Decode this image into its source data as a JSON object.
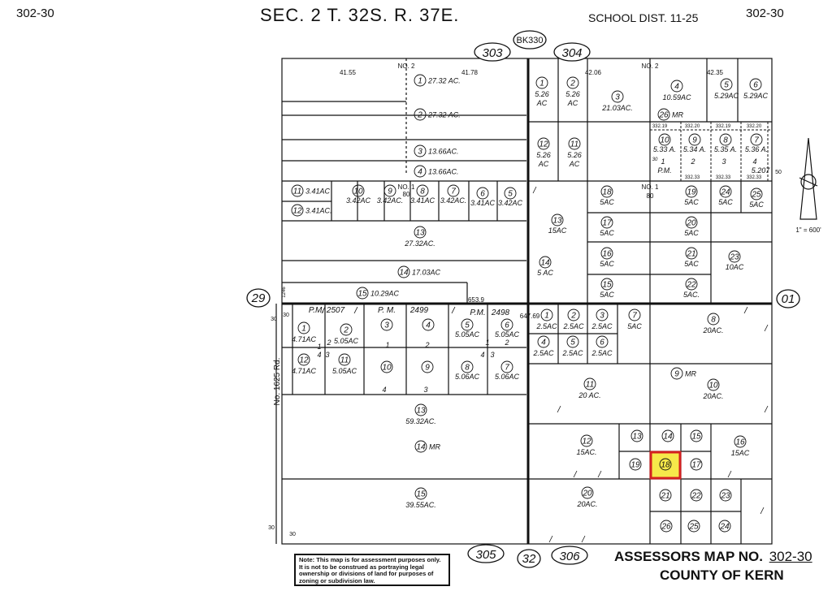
{
  "header": {
    "map_left": "302-30",
    "title": "SEC. 2 T. 32S. R. 37E.",
    "school": "SCHOOL DIST. 11-25",
    "map_right": "302-30",
    "book": "BK330"
  },
  "adjacent": {
    "top_left": "303",
    "top_right": "304",
    "left": "29",
    "right": "01",
    "bottom_left": "305",
    "bottom_mid": "32",
    "bottom_right": "306"
  },
  "road": "No. 1625 Rd.",
  "scale": "1\" = 600'",
  "dims": {
    "d1": "41.55",
    "d2": "41.78",
    "d3": "42.06",
    "d4": "42.35",
    "no2a": "NO. 2",
    "no2b": "NO. 2",
    "no1a": "NO. 1",
    "no1a_b": "80",
    "no1b": "NO. 1",
    "no1b_b": "80",
    "d5": "653.9",
    "d6": "647.69",
    "s1": "332.19",
    "s2": "332.20",
    "s3": "332.19",
    "s4": "332.20",
    "s5": "332.33",
    "s6": "332.33",
    "s7": "332.33",
    "d7": "30",
    "d8": "30",
    "d9": "30",
    "d10": "30",
    "d11": "50",
    "d12": "1246"
  },
  "parcels_nw": [
    {
      "n": "1",
      "a": "27.32 AC."
    },
    {
      "n": "2",
      "a": "27.32 AC."
    },
    {
      "n": "3",
      "a": "13.66AC."
    },
    {
      "n": "4",
      "a": "13.66AC."
    },
    {
      "n": "11",
      "a": "3.41AC"
    },
    {
      "n": "12",
      "a": "3.41AC."
    },
    {
      "n": "10",
      "a": "3.42AC"
    },
    {
      "n": "9",
      "a": "3.42AC."
    },
    {
      "n": "8",
      "a": "3.41AC"
    },
    {
      "n": "7",
      "a": "3.42AC."
    },
    {
      "n": "6",
      "a": "3.41AC"
    },
    {
      "n": "5",
      "a": "3.42AC"
    },
    {
      "n": "13",
      "a": "27.32AC."
    },
    {
      "n": "14",
      "a": "17.03AC"
    },
    {
      "n": "15",
      "a": "10.29AC"
    }
  ],
  "parcels_ne": [
    {
      "n": "1",
      "a": "5.26",
      "b": "AC"
    },
    {
      "n": "2",
      "a": "5.26",
      "b": "AC"
    },
    {
      "n": "3",
      "a": "21.03AC."
    },
    {
      "n": "4",
      "a": "10.59AC"
    },
    {
      "n": "5",
      "a": "5.29AC"
    },
    {
      "n": "6",
      "a": "5.29AC"
    },
    {
      "n": "26",
      "a": "MR"
    },
    {
      "n": "12",
      "a": "5.26",
      "b": "AC"
    },
    {
      "n": "11",
      "a": "5.26",
      "b": "AC"
    },
    {
      "n": "10",
      "a": "5.33 A."
    },
    {
      "n": "9",
      "a": "5.34 A."
    },
    {
      "n": "8",
      "a": "5.35 A."
    },
    {
      "n": "7",
      "a": "5.36 A."
    },
    {
      "n": "18",
      "a": "5AC"
    },
    {
      "n": "19",
      "a": "5AC"
    },
    {
      "n": "24",
      "a": "5AC"
    },
    {
      "n": "25",
      "a": "5AC"
    },
    {
      "n": "13",
      "a": "15AC"
    },
    {
      "n": "17",
      "a": "5AC"
    },
    {
      "n": "20",
      "a": "5AC"
    },
    {
      "n": "14",
      "a": "5 AC"
    },
    {
      "n": "16",
      "a": "5AC"
    },
    {
      "n": "21",
      "a": "5AC"
    },
    {
      "n": "23",
      "a": "10AC"
    },
    {
      "n": "15",
      "a": "5AC"
    },
    {
      "n": "22",
      "a": "5AC."
    }
  ],
  "pm_ne": {
    "pm": "P.M.",
    "n": "5.207",
    "lot1": "1",
    "lot2": "2",
    "lot3": "3",
    "lot4": "4",
    "lot30": "30"
  },
  "parcels_sw": [
    {
      "n": "1",
      "a": "4.71AC"
    },
    {
      "n": "2",
      "a": "5.05AC"
    },
    {
      "n": "3",
      "a": ""
    },
    {
      "n": "4",
      "a": ""
    },
    {
      "n": "5",
      "a": "5.05AC"
    },
    {
      "n": "6",
      "a": "5.05AC"
    },
    {
      "n": "12",
      "a": "4.71AC"
    },
    {
      "n": "11",
      "a": "5.05AC"
    },
    {
      "n": "10",
      "a": ""
    },
    {
      "n": "9",
      "a": ""
    },
    {
      "n": "8",
      "a": "5.06AC"
    },
    {
      "n": "7",
      "a": "5.06AC"
    },
    {
      "n": "13",
      "a": "59.32AC."
    },
    {
      "n": "14",
      "a": "MR"
    },
    {
      "n": "15",
      "a": "39.55AC."
    }
  ],
  "pm_sw": {
    "pm1": "P.M. 2507",
    "pm2": "P. M.",
    "pm2n": "2499",
    "pm3": "P.M.",
    "pm3n": "2498",
    "l1": "1",
    "l2": "2",
    "l3": "3",
    "l4": "4",
    "l5": "1",
    "l6": "2",
    "l7": "3",
    "l8": "4",
    "l9": "3",
    "l10": "1",
    "l11": "2",
    "l12": "4",
    "l13": "3"
  },
  "parcels_se": [
    {
      "n": "1",
      "a": "2.5AC"
    },
    {
      "n": "2",
      "a": "2.5AC"
    },
    {
      "n": "3",
      "a": "2.5AC"
    },
    {
      "n": "7",
      "a": "5AC"
    },
    {
      "n": "8",
      "a": "20AC."
    },
    {
      "n": "4",
      "a": "2.5AC"
    },
    {
      "n": "5",
      "a": "2.5AC"
    },
    {
      "n": "6",
      "a": "2.5AC"
    },
    {
      "n": "9",
      "a": "MR"
    },
    {
      "n": "11",
      "a": "20 AC."
    },
    {
      "n": "10",
      "a": "20AC."
    },
    {
      "n": "12",
      "a": "15AC."
    },
    {
      "n": "13",
      "a": ""
    },
    {
      "n": "14",
      "a": ""
    },
    {
      "n": "15",
      "a": ""
    },
    {
      "n": "16",
      "a": "15AC"
    },
    {
      "n": "19",
      "a": ""
    },
    {
      "n": "18",
      "a": ""
    },
    {
      "n": "17",
      "a": ""
    },
    {
      "n": "20",
      "a": "20AC."
    },
    {
      "n": "21",
      "a": ""
    },
    {
      "n": "22",
      "a": ""
    },
    {
      "n": "23",
      "a": ""
    },
    {
      "n": "26",
      "a": ""
    },
    {
      "n": "25",
      "a": ""
    },
    {
      "n": "24",
      "a": ""
    }
  ],
  "note": "Note: This map is for assessment purposes only. It is not to be construed as portraying legal ownership or divisions of land for purposes of zoning or subdivision law.",
  "footer": {
    "assessor_label": "ASSESSORS MAP NO.",
    "assessor_no": "302-30",
    "county": "COUNTY OF KERN"
  },
  "colors": {
    "ink": "#111111",
    "highlight_fill": "#f6e84a",
    "highlight_border": "#d42020"
  }
}
